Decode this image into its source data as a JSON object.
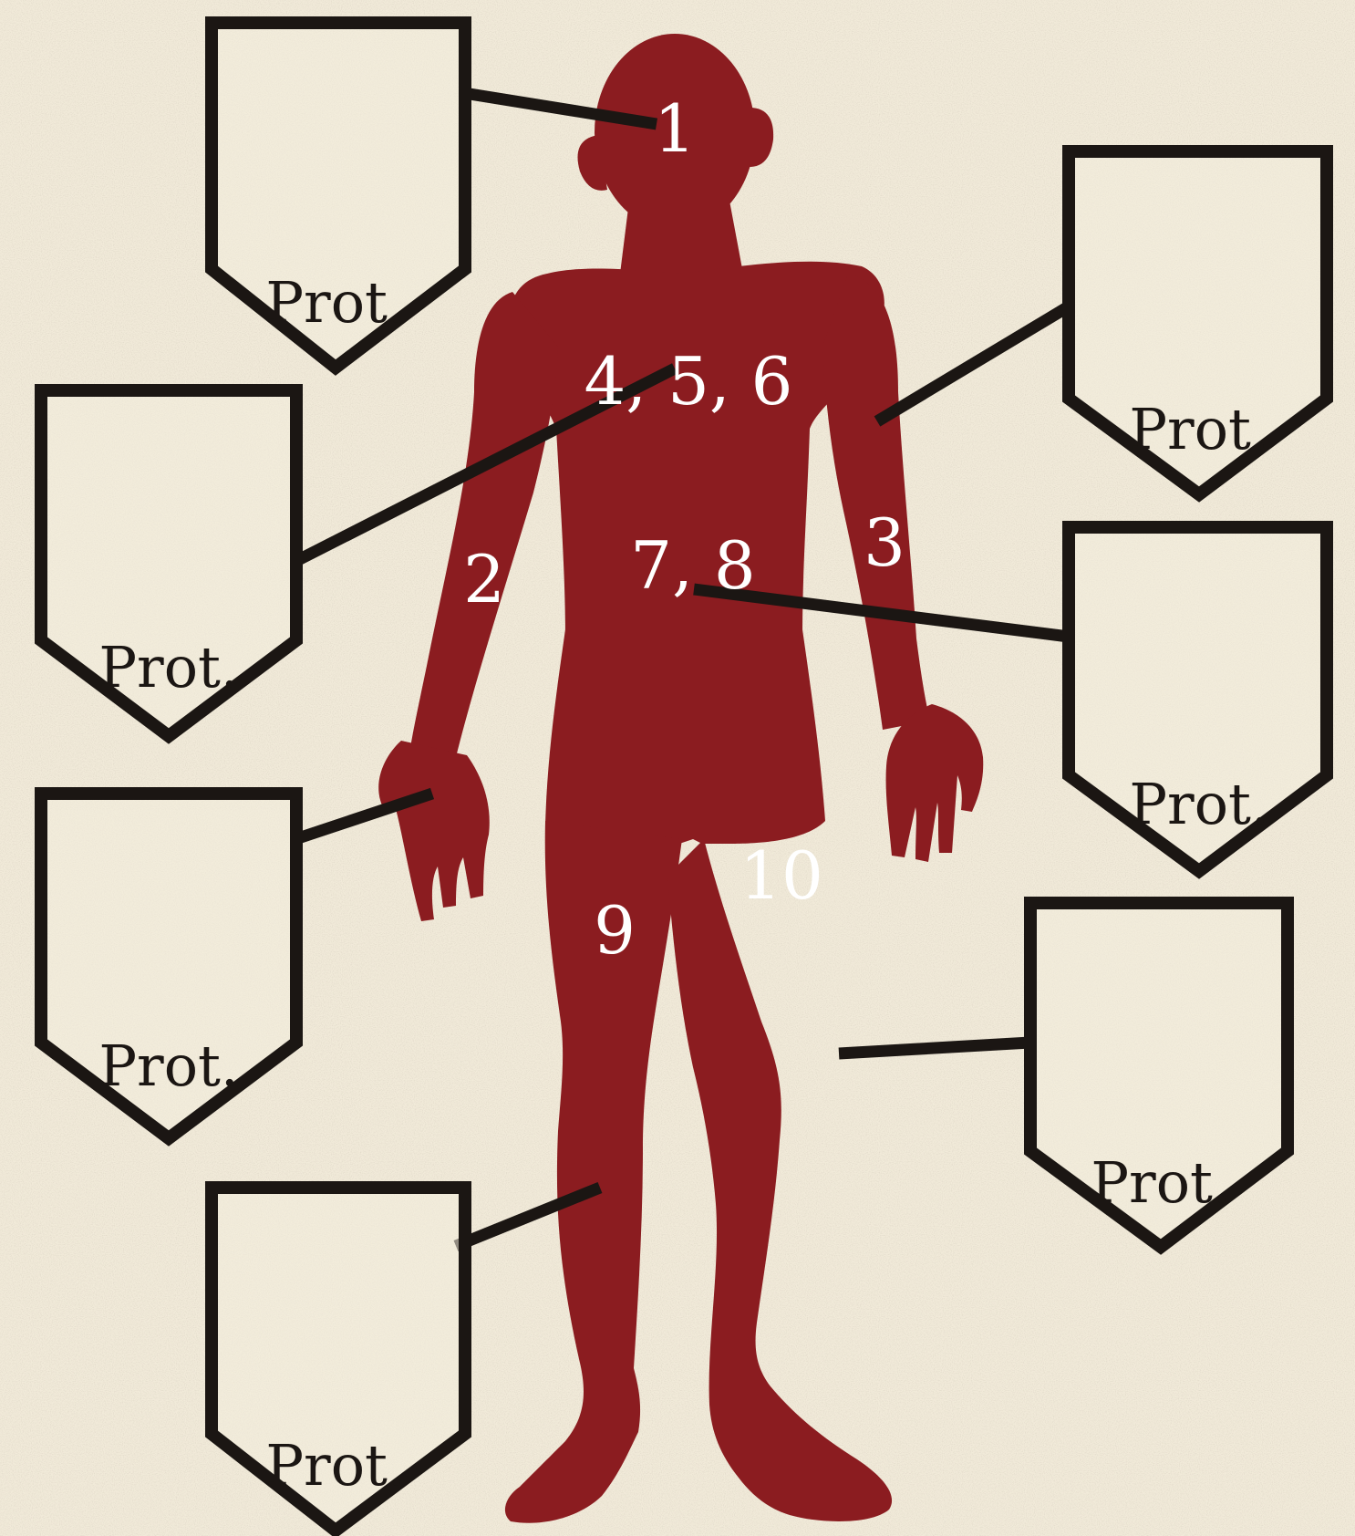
{
  "colors": {
    "parchment": "#f1ead9",
    "figure": "#8b1c20",
    "ink": "#1b1613",
    "location_text": "#ffffff"
  },
  "location_labels": {
    "head": "1",
    "right_arm": "2",
    "left_arm": "3",
    "chest": "4, 5, 6",
    "abdomen": "7, 8",
    "right_leg": "9",
    "left_leg": "10"
  },
  "shields": [
    {
      "id": "shield-head",
      "label": "Prot."
    },
    {
      "id": "shield-chest",
      "label": "Prot."
    },
    {
      "id": "shield-right-hand",
      "label": "Prot."
    },
    {
      "id": "shield-right-leg",
      "label": "Prot."
    },
    {
      "id": "shield-left-arm",
      "label": "Prot."
    },
    {
      "id": "shield-abdomen",
      "label": "Prot."
    },
    {
      "id": "shield-left-leg",
      "label": "Prot."
    }
  ]
}
